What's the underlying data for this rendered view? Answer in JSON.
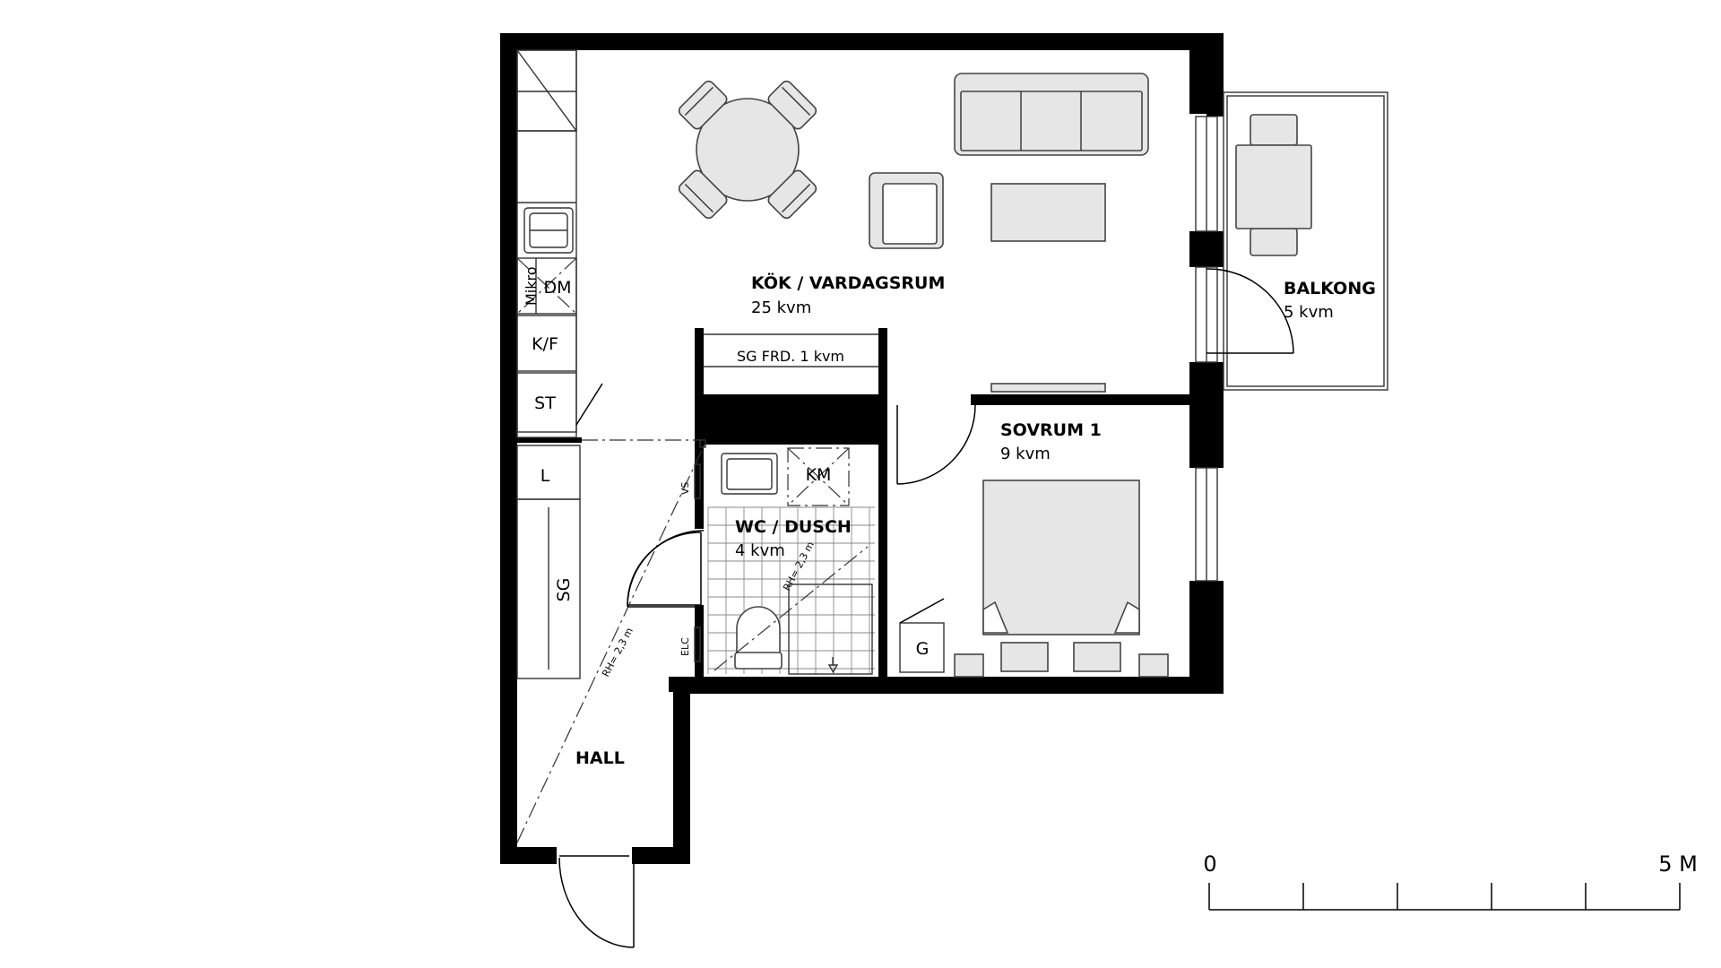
{
  "rooms": {
    "kitchen_living": {
      "name": "KÖK / VARDAGSRUM",
      "area": "25 kvm"
    },
    "balcony": {
      "name": "BALKONG",
      "area": "5 kvm"
    },
    "bedroom": {
      "name": "SOVRUM 1",
      "area": "9 kvm"
    },
    "bathroom": {
      "name": "WC / DUSCH",
      "area": "4 kvm"
    },
    "hall": {
      "name": "HALL"
    }
  },
  "fixtures": {
    "microwave": "Mikro",
    "dishwasher": "DM",
    "fridge_freezer": "K/F",
    "closet_st": "ST",
    "closet_l": "L",
    "wardrobe_hall": "SG",
    "wardrobe_prep": "SG FRD. 1 kvm",
    "washer": "KM",
    "bedroom_wardrobe": "G",
    "vs": "VS",
    "elc": "ELC",
    "ceiling_height_hall": "RH= 2,3 m",
    "ceiling_height_bath": "RH= 2,3 m"
  },
  "scale": {
    "start": "0",
    "end": "5 M"
  }
}
